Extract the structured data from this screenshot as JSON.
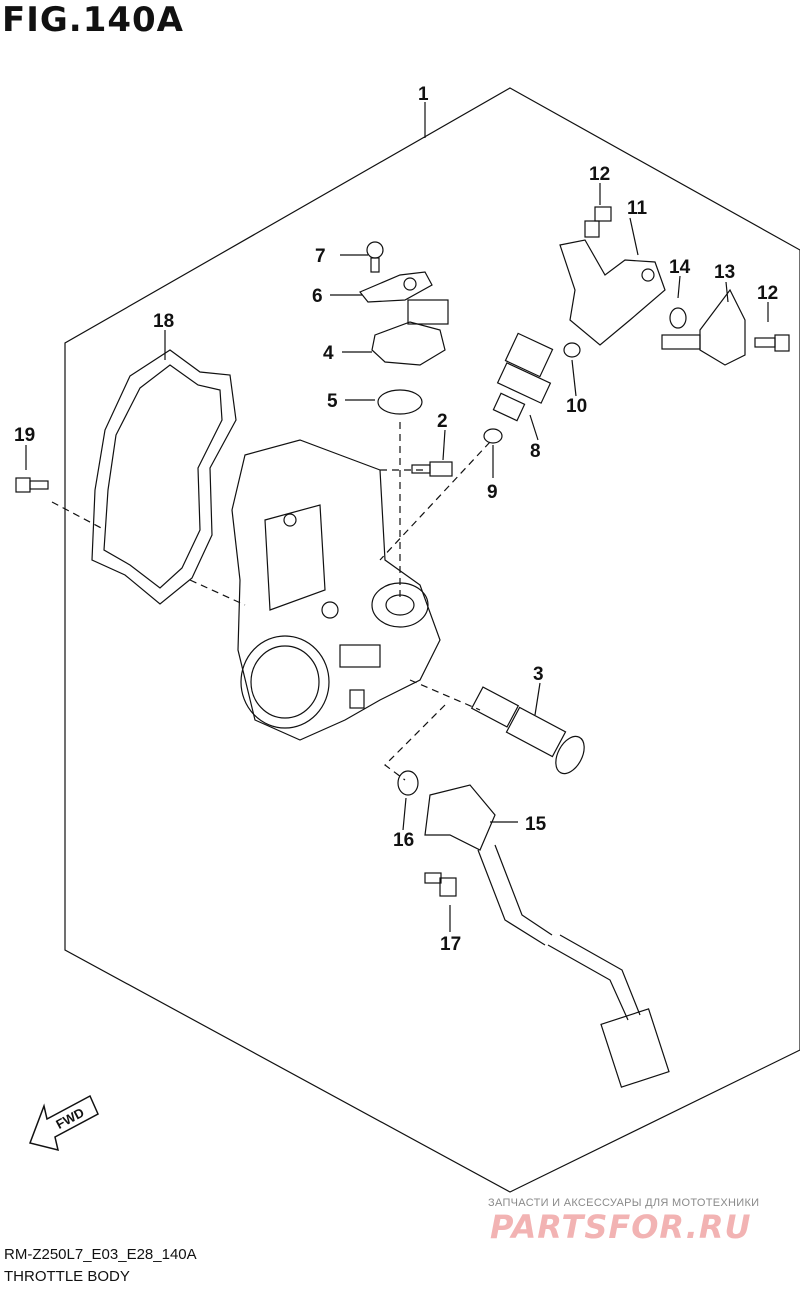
{
  "figure": {
    "title": "FIG.140A",
    "code": "RM-Z250L7_E03_E28_140A",
    "name": "THROTTLE BODY",
    "fwd_label": "FWD"
  },
  "callouts": [
    "1",
    "2",
    "3",
    "4",
    "5",
    "6",
    "7",
    "8",
    "9",
    "10",
    "11",
    "12",
    "12",
    "13",
    "14",
    "15",
    "16",
    "17",
    "18",
    "19"
  ],
  "watermark": {
    "caption": "ЗАПЧАСТИ И АКСЕССУАРЫ ДЛЯ МОТОТЕХНИКИ",
    "logo": "PARTSFOR.RU"
  }
}
